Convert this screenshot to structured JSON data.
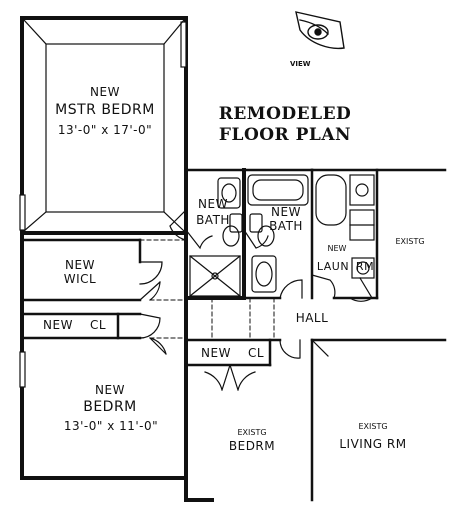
{
  "title": {
    "line1": "REMODELED",
    "line2": "FLOOR PLAN"
  },
  "view_label": "VIEW",
  "rooms": {
    "master": {
      "line1": "NEW",
      "line2": "MSTR BEDRM",
      "size": "13'-0\" x 17'-0\""
    },
    "bath1": {
      "line1": "NEW",
      "line2": "BATH"
    },
    "bath2": {
      "line1": "NEW",
      "line2": "BATH"
    },
    "laundry": {
      "line1": "NEW",
      "line2": "LAUN",
      "line3": "RM"
    },
    "existg_right": {
      "line1": "EXISTG"
    },
    "wicl": {
      "line1": "NEW",
      "line2": "WICL"
    },
    "new_cl_left": {
      "line1": "NEW",
      "line2": "CL"
    },
    "hall": {
      "line1": "HALL"
    },
    "new_cl_mid": {
      "line1": "NEW",
      "line2": "CL"
    },
    "bedroom": {
      "line1": "NEW",
      "line2": "BEDRM",
      "size": "13'-0\" x 11'-0\""
    },
    "existg_bedrm": {
      "line1": "EXISTG",
      "line2": "BEDRM"
    },
    "living": {
      "line1": "EXISTG",
      "line2": "LIVING RM"
    }
  },
  "colors": {
    "ink": "#111111",
    "paper": "#ffffff"
  }
}
